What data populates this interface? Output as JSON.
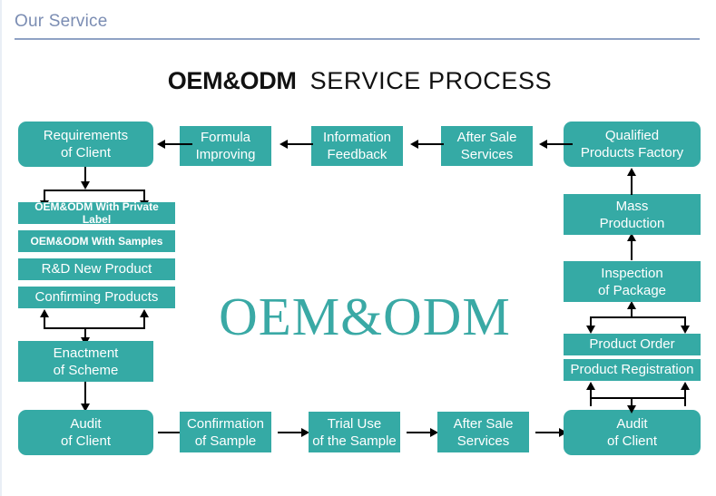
{
  "header": {
    "section_title": "Our Service",
    "rule_color": "#8fa2c4",
    "title_color": "#7b8db3"
  },
  "diagram": {
    "title_strong": "OEM&ODM",
    "title_light": "SERVICE PROCESS",
    "watermark": "OEM&ODM",
    "accent_color": "#35aaa5",
    "watermark_color": "#3aa9a5",
    "box_text_color": "#ffffff",
    "connector_color": "#000000",
    "top_row": [
      {
        "label_line1": "Requirements",
        "label_line2": "of Client"
      },
      {
        "label_line1": "Formula",
        "label_line2": "Improving"
      },
      {
        "label_line1": "Information",
        "label_line2": "Feedback"
      },
      {
        "label_line1": "After Sale",
        "label_line2": "Services"
      },
      {
        "label_line1": "Qualified",
        "label_line2": "Products Factory"
      }
    ],
    "left_list": [
      {
        "label": "OEM&ODM With Private Label"
      },
      {
        "label": "OEM&ODM With Samples"
      },
      {
        "label": "R&D New Product"
      },
      {
        "label": "Confirming Products"
      }
    ],
    "left_lower": [
      {
        "label_line1": "Enactment",
        "label_line2": "of Scheme"
      },
      {
        "label_line1": "Audit",
        "label_line2": "of Client"
      }
    ],
    "bottom_row": [
      {
        "label_line1": "Confirmation",
        "label_line2": "of Sample"
      },
      {
        "label_line1": "Trial Use",
        "label_line2": "of the Sample"
      },
      {
        "label_line1": "After Sale",
        "label_line2": "Services"
      },
      {
        "label_line1": "Audit",
        "label_line2": "of Client"
      }
    ],
    "right_column": [
      {
        "label_line1": "Mass",
        "label_line2": "Production"
      },
      {
        "label_line1": "Inspection",
        "label_line2": "of Package"
      }
    ],
    "right_list": [
      {
        "label": "Product Order"
      },
      {
        "label": "Product Registration"
      }
    ]
  }
}
